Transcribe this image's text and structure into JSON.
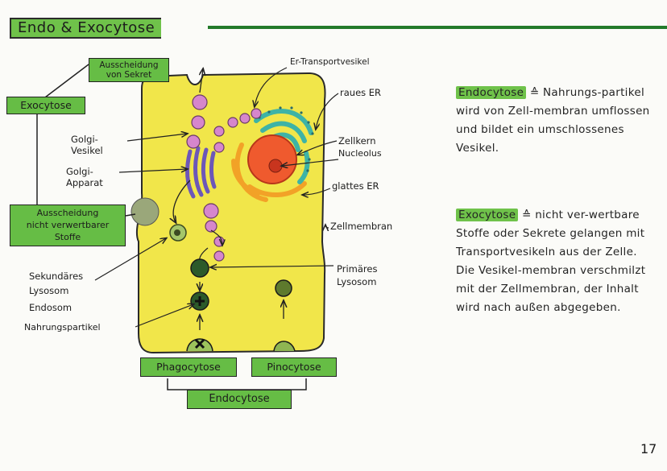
{
  "title": "Endo & Exocytose",
  "labels": {
    "exocytose_box": "Exocytose",
    "ausscheidung_sekret": "Ausscheidung\nvon Sekret",
    "ausscheidung_stoffe": "Ausscheidung\nnicht verwertbarer\nStoffe",
    "golgi_vesikel": "Golgi-\nVesikel",
    "golgi_apparat": "Golgi-\nApparat",
    "sekundaeres_lysosom": "Sekundäres\nLysosom",
    "endosom": "Endosom",
    "nahrungspartikel": "Nahrungspartikel",
    "er_transportvesikel": "Er-Transportvesikel",
    "raues_er": "raues ER",
    "zellkern": "Zellkern",
    "nucleolus": "Nucleolus",
    "glattes_er": "glattes ER",
    "zellmembran": "Zellmembran",
    "primaeres_lysosom": "Primäres\nLysosom",
    "phagocytose": "Phagocytose",
    "pinocytose": "Pinocytose",
    "endocytose_box": "Endocytose"
  },
  "definitions": [
    {
      "term": "Endocytose",
      "symbol": "≙",
      "text": "Nahrungs-partikel wird von Zell-membran umflossen und bildet ein umschlossenes Vesikel."
    },
    {
      "term": "Exocytose",
      "symbol": "≙",
      "text": "nicht ver-wertbare Stoffe oder Sekrete gelangen mit Transportvesikeln aus der Zelle. Die Vesikel-membran verschmilzt mit der Zellmembran, der Inhalt wird nach außen abgegeben."
    }
  ],
  "page_number": "17",
  "colors": {
    "highlight": "#6fc24a",
    "cell_fill": "#f1e64a",
    "vesicle": "#d686cc",
    "golgi": "#6c57b8",
    "nucleus": "#ef5a2e",
    "rough_er": "#3eb3a6",
    "lysosome": "#2c5a2a"
  }
}
